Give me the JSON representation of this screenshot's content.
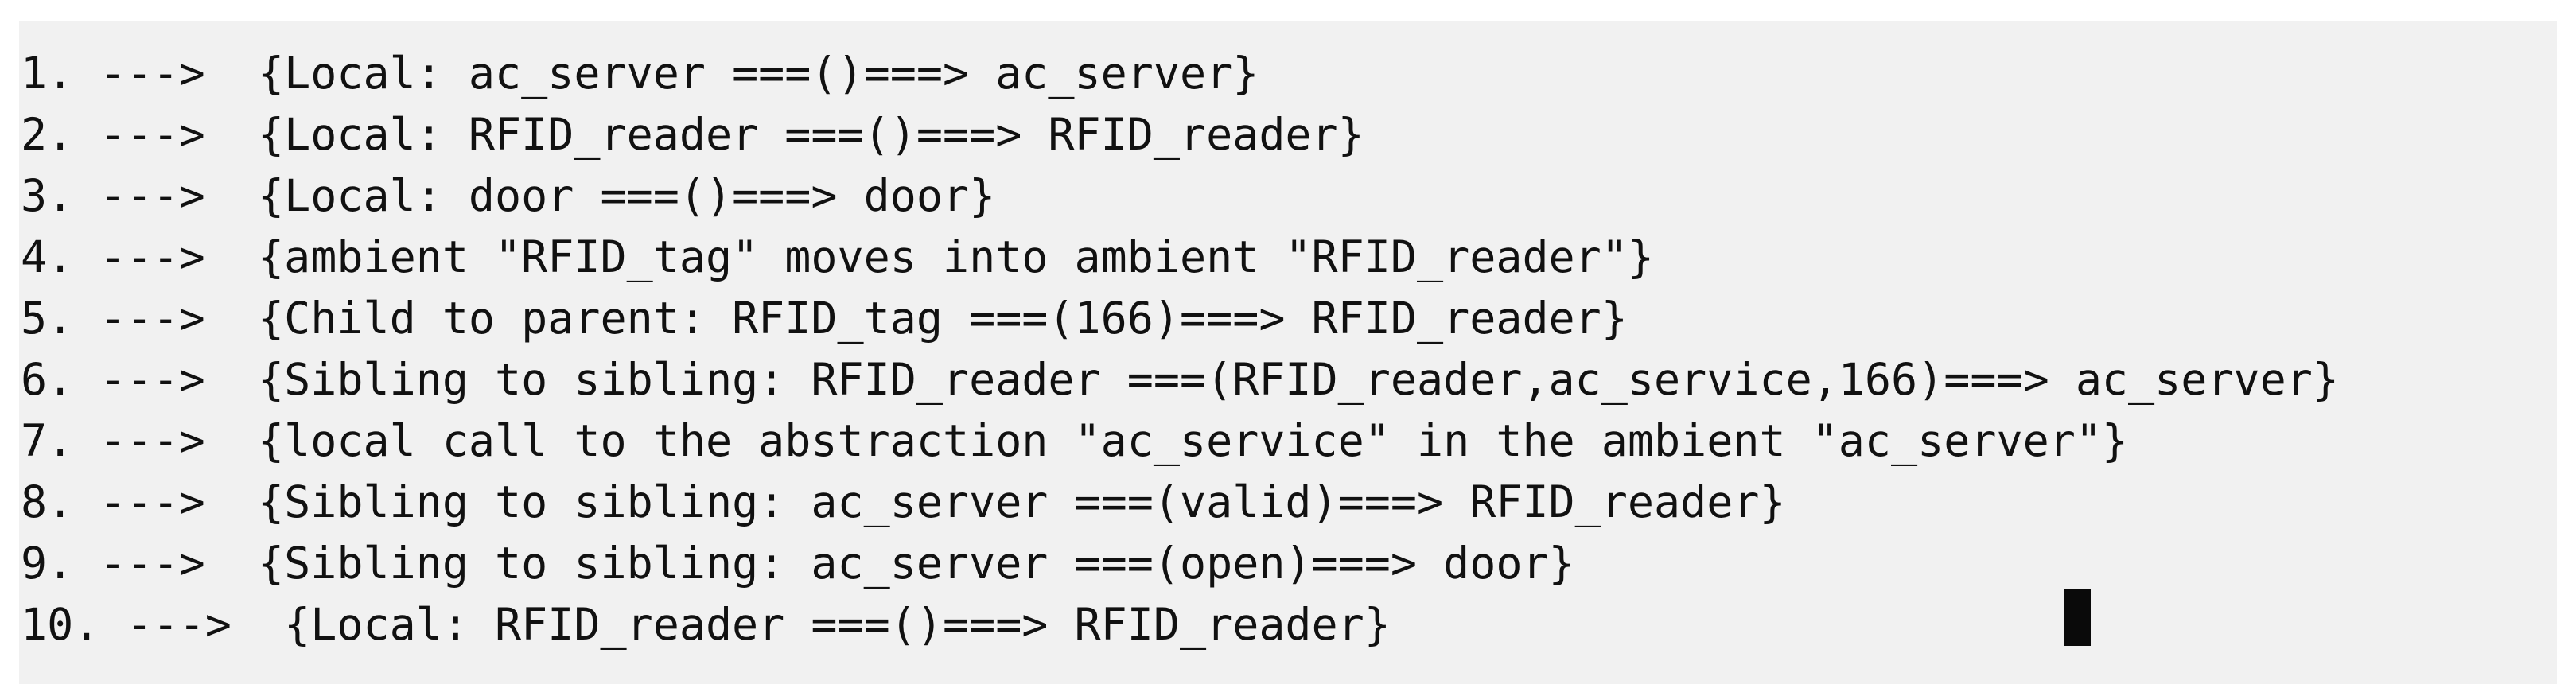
{
  "terminal": {
    "lines": [
      {
        "num": "1.",
        "arrow": " ---> ",
        "text": " {Local: ac_server ===()===> ac_server}"
      },
      {
        "num": "2.",
        "arrow": " ---> ",
        "text": " {Local: RFID_reader ===()===> RFID_reader}"
      },
      {
        "num": "3.",
        "arrow": " ---> ",
        "text": " {Local: door ===()===> door}"
      },
      {
        "num": "4.",
        "arrow": " ---> ",
        "text": " {ambient \"RFID_tag\" moves into ambient \"RFID_reader\"}"
      },
      {
        "num": "5.",
        "arrow": " ---> ",
        "text": " {Child to parent: RFID_tag ===(166)===> RFID_reader}"
      },
      {
        "num": "6.",
        "arrow": " ---> ",
        "text": " {Sibling to sibling: RFID_reader ===(RFID_reader,ac_service,166)===> ac_server}"
      },
      {
        "num": "7.",
        "arrow": " ---> ",
        "text": " {local call to the abstraction \"ac_service\" in the ambient \"ac_server\"}"
      },
      {
        "num": "8.",
        "arrow": " ---> ",
        "text": " {Sibling to sibling: ac_server ===(valid)===> RFID_reader}"
      },
      {
        "num": "9.",
        "arrow": " ---> ",
        "text": " {Sibling to sibling: ac_server ===(open)===> door}"
      },
      {
        "num": "10.",
        "arrow": " ---> ",
        "text": " {Local: RFID_reader ===()===> RFID_reader}"
      }
    ]
  }
}
